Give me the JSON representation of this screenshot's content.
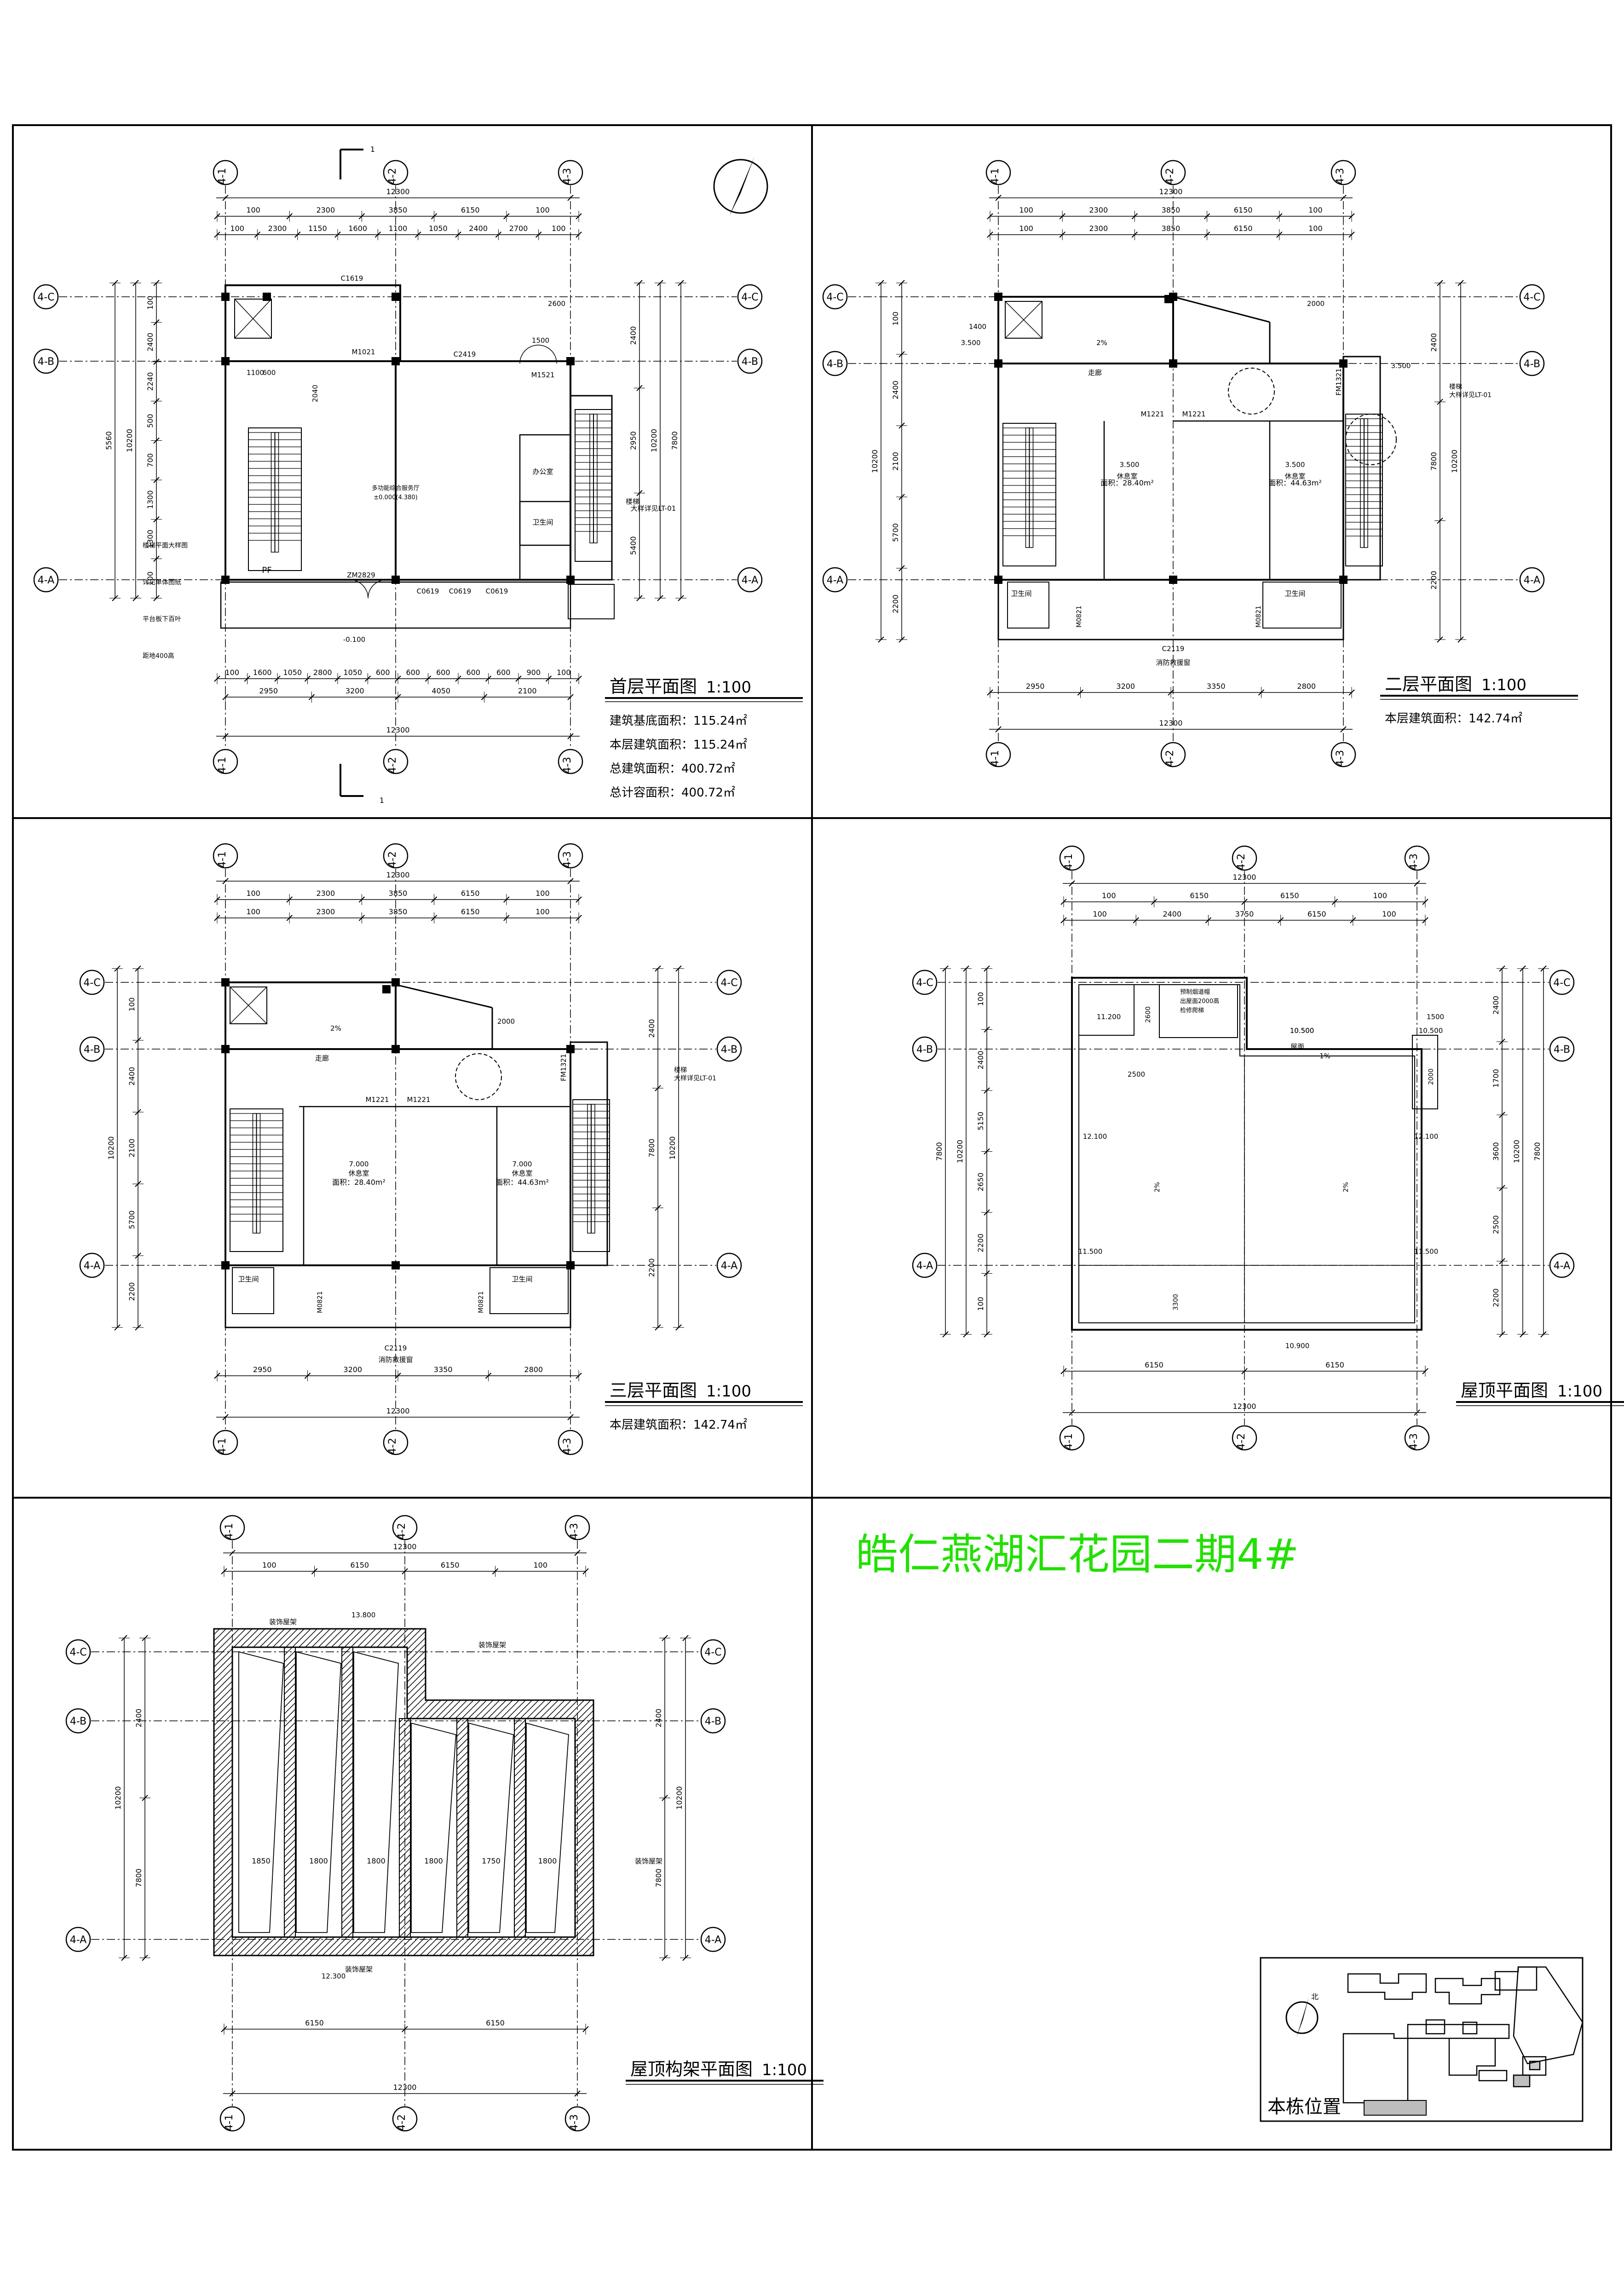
{
  "project_title": "皓仁燕湖汇花园二期4#",
  "colors": {
    "ink": "#000000",
    "title": "#22e000",
    "hatch": "#000000",
    "paper": "#ffffff"
  },
  "grid": {
    "cols": [
      "4-1",
      "4-2",
      "4-3"
    ],
    "rows": [
      "4-C",
      "4-B",
      "4-A"
    ]
  },
  "plan1": {
    "title": "首层平面图",
    "scale": "1:100",
    "stats": [
      "建筑基底面积：115.24㎡",
      "本层建筑面积：115.24㎡",
      "总建筑面积：400.72㎡",
      "总计容面积：400.72㎡"
    ],
    "overall": "12300",
    "dims_top1": [
      "100",
      "2300",
      "3850",
      "6150",
      "100"
    ],
    "dims_top2": [
      "100",
      "2300",
      "1150",
      "1600",
      "1100",
      "1050",
      "2400",
      "2700",
      "100"
    ],
    "dims_bot": [
      "100",
      "1600",
      "1050",
      "2800",
      "1050",
      "600",
      "600",
      "600",
      "600",
      "600",
      "900",
      "100"
    ],
    "dims_bot2": [
      "2950",
      "3200",
      "4050",
      "2100"
    ],
    "dims_left": [
      "100",
      "2400",
      "2240",
      "500",
      "700",
      "1300",
      "1300",
      "100"
    ],
    "dims_left2": [
      "10200",
      "5560"
    ],
    "dims_right": [
      "2400",
      "2950",
      "5400"
    ],
    "dims_right2": [
      "10200",
      "7800"
    ],
    "labels": [
      "C1619",
      "M1021",
      "C2419",
      "M1521",
      "ZM2829",
      "C0619",
      "C0619",
      "C0619",
      "-0.100",
      "±0.000(4.380)",
      "多功能综合服务厅",
      "办公室",
      "卫生间",
      "PF",
      "2600",
      "1500",
      "1100",
      "600",
      "2040",
      "楼梯",
      "大样详见LT-01"
    ],
    "notes": [
      "楼梯平面大样图",
      "详见单体图纸",
      "平台板下百叶",
      "距地400高"
    ],
    "section_mark": "1"
  },
  "plan2": {
    "title": "二层平面图",
    "scale": "1:100",
    "stats": [
      "本层建筑面积：142.74㎡"
    ],
    "overall": "12300",
    "dims_top1": [
      "100",
      "2300",
      "3850",
      "6150",
      "100"
    ],
    "dims_top2": [
      "100",
      "2300",
      "3850",
      "6150",
      "100"
    ],
    "dims_bot": [
      "2950",
      "3200",
      "3350",
      "2800"
    ],
    "dims_left": [
      "100",
      "2400",
      "2100",
      "5700",
      "2200"
    ],
    "dims_left2": [
      "10200"
    ],
    "dims_right": [
      "2400",
      "7800",
      "2200"
    ],
    "dims_right2": [
      "10200"
    ],
    "labels": [
      "1400",
      "3.500",
      "M1221",
      "M1221",
      "FM1321",
      "C2119",
      "3.500",
      "3.500",
      "休息室",
      "休息室",
      "走廊",
      "卫生间",
      "卫生间",
      "面积：28.40m²",
      "面积：44.63m²",
      "M0821",
      "M0821",
      "3.500",
      "2000",
      "2%",
      "消防救援窗"
    ],
    "notes": [
      "楼梯",
      "大样详见LT-01"
    ]
  },
  "plan3": {
    "title": "三层平面图",
    "scale": "1:100",
    "stats": [
      "本层建筑面积：142.74㎡"
    ],
    "overall": "12300",
    "dims_top1": [
      "100",
      "2300",
      "3850",
      "6150",
      "100"
    ],
    "dims_top2": [
      "100",
      "2300",
      "3850",
      "6150",
      "100"
    ],
    "dims_bot": [
      "2950",
      "3200",
      "3350",
      "2800"
    ],
    "dims_left": [
      "100",
      "2400",
      "2100",
      "5700",
      "2200"
    ],
    "dims_left2": [
      "10200"
    ],
    "dims_right": [
      "2400",
      "7800",
      "2200"
    ],
    "dims_right2": [
      "10200"
    ],
    "labels": [
      "M1221",
      "M1221",
      "FM1321",
      "C2119",
      "7.000",
      "7.000",
      "休息室",
      "休息室",
      "走廊",
      "卫生间",
      "卫生间",
      "面积：28.40m²",
      "面积：44.63m²",
      "M0821",
      "M0821",
      "2000",
      "2%",
      "消防救援窗"
    ],
    "notes": [
      "楼梯",
      "大样详见LT-01"
    ]
  },
  "plan4": {
    "title": "屋顶平面图",
    "scale": "1:100",
    "overall": "12300",
    "dims_top1": [
      "100",
      "6150",
      "6150",
      "100"
    ],
    "dims_top2": [
      "100",
      "2400",
      "3750",
      "6150",
      "100"
    ],
    "dims_bot": [
      "6150",
      "6150"
    ],
    "dims_left": [
      "100",
      "2400",
      "5150",
      "2650",
      "2200",
      "100"
    ],
    "dims_left2": [
      "10200",
      "7800"
    ],
    "dims_right": [
      "2400",
      "1700",
      "3600",
      "2500",
      "2200"
    ],
    "dims_right2": [
      "10200",
      "7800"
    ],
    "labels": [
      "11.200",
      "10.500",
      "10.500",
      "10.500",
      "12.100",
      "12.100",
      "11.500",
      "11.500",
      "10.900",
      "屋面",
      "2%",
      "2%",
      "1%",
      "1500",
      "2500",
      "2000",
      "2600",
      "3300"
    ],
    "notes": [
      "预制烟道帽",
      "出屋面2000高",
      "检修爬梯"
    ]
  },
  "plan5": {
    "title": "屋顶构架平面图",
    "scale": "1:100",
    "overall": "12300",
    "dims_top1": [
      "100",
      "6150",
      "6150",
      "100"
    ],
    "dims_bot": [
      "6150",
      "6150"
    ],
    "dims_mid": [
      "1850",
      "1800",
      "1800",
      "1800",
      "1750",
      "1800"
    ],
    "dims_left": [
      "2400",
      "7800"
    ],
    "dims_left2": [
      "10200"
    ],
    "dims_right": [
      "2400",
      "7800"
    ],
    "dims_right2": [
      "10200"
    ],
    "labels": [
      "13.800",
      "12.300",
      "装饰屋架",
      "装饰屋架",
      "装饰屋架",
      "装饰屋架"
    ]
  },
  "location": {
    "label": "本栋位置",
    "north": "北"
  }
}
